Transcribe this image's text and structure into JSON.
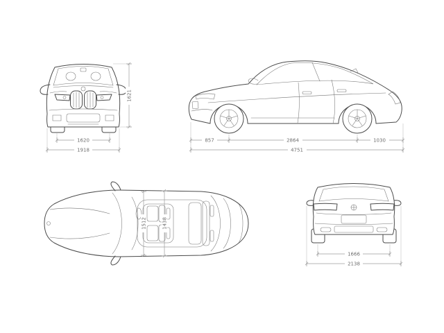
{
  "drawing": {
    "background": "#ffffff",
    "line_color": "#4a4a4a",
    "dimension_color": "#9c9c9c",
    "views": {
      "front": {
        "name": "front-view",
        "dim_track_front": "1620",
        "dim_overall_width": "1918",
        "dim_overall_height": "1621"
      },
      "side": {
        "name": "side-view",
        "dim_front_overhang": "857",
        "dim_wheelbase": "2864",
        "dim_rear_overhang": "1030",
        "dim_overall_length": "4751"
      },
      "top": {
        "name": "top-view",
        "dim_interior_width_front": "1512",
        "dim_interior_width_rear": "1438"
      },
      "rear": {
        "name": "rear-view",
        "dim_track_rear": "1666",
        "dim_width_with_mirrors": "2138"
      }
    }
  }
}
